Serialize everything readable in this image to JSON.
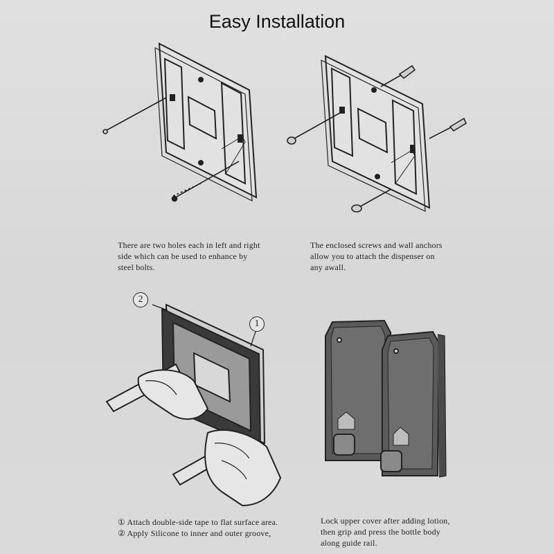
{
  "title": "Easy Installation",
  "panels": {
    "screws_bolts": {
      "caption_lines": [
        "There are two holes each in left and right",
        "side which can  be used to enhance by",
        "steel bolts."
      ]
    },
    "wall_anchors": {
      "caption_lines": [
        "The enclosed screws and wall anchors",
        "allow you to attach the dispenser on",
        "any awall."
      ]
    },
    "tape_silicone": {
      "marker_1": "1",
      "marker_2": "2",
      "caption_lines": [
        "① Attach double-side tape to flat surface area.",
        "② Apply Silicone to inner and outer groove,"
      ]
    },
    "dispensers": {
      "caption_lines": [
        "Lock upper cover after adding lotion,",
        "then grip and press the bottle body",
        "along guide rail."
      ]
    }
  }
}
